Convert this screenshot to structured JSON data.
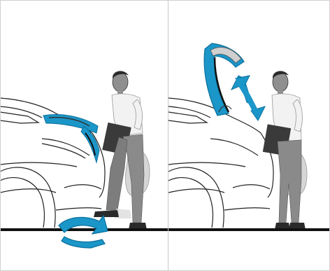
{
  "illustration": {
    "panels": [
      {
        "id": "left",
        "depicts": "kick-sensor"
      },
      {
        "id": "right",
        "depicts": "liftgate-open"
      }
    ],
    "colors": {
      "accent": "#1b96c8",
      "accent_dark": "#0a6f9c",
      "line": "#222222",
      "ground": "#111111",
      "shirt": "#f2f2f2",
      "trousers": "#8a8a8a",
      "skin": "#8f8f8f",
      "hair": "#2a2a2a",
      "folder": "#3a3a3a",
      "bag": "#d6d6d6"
    },
    "icons": [
      "kick-arrow-icon",
      "open-close-arrow-icon"
    ]
  }
}
